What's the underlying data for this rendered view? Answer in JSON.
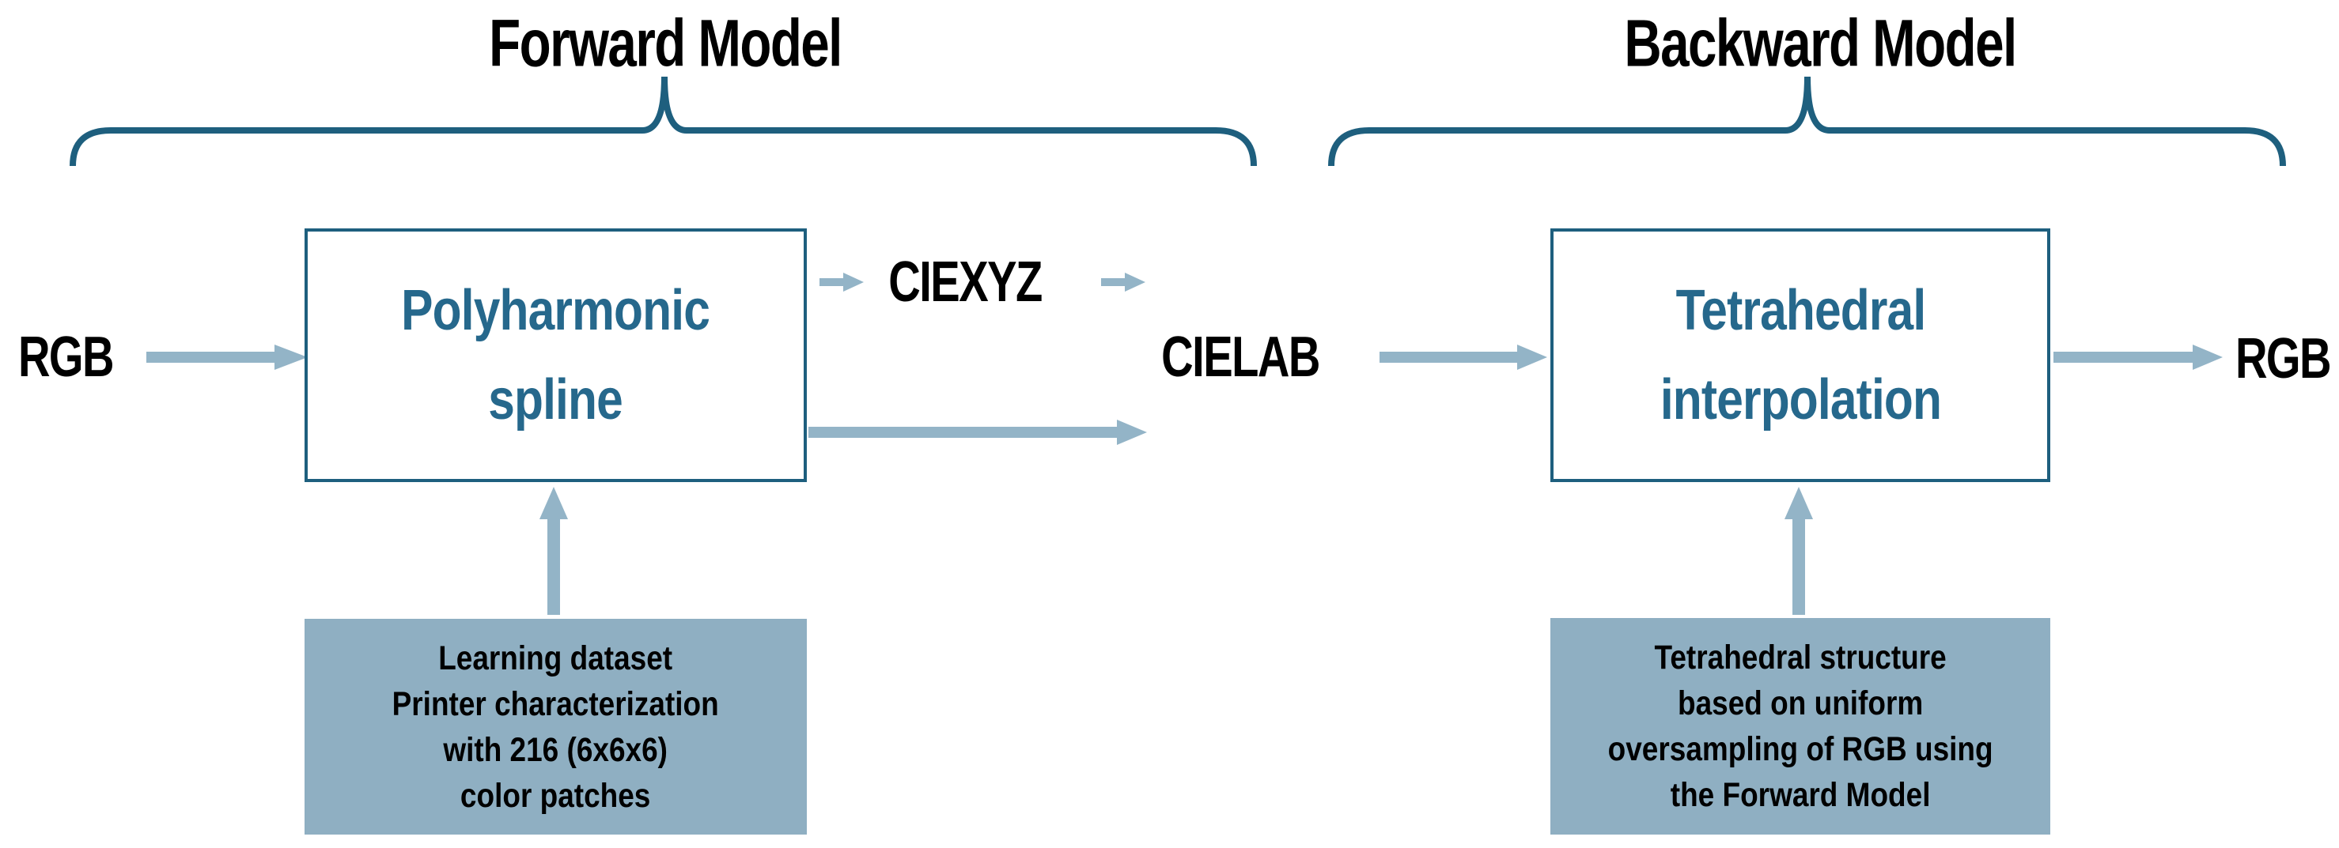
{
  "colors": {
    "teal": "#1e5f7e",
    "arrow": "#93b4c7",
    "filled_box_bg": "#8fafc2",
    "box_title_text": "#26688c",
    "label_text": "#000000"
  },
  "titles": {
    "forward": "Forward Model",
    "backward": "Backward Model"
  },
  "labels": {
    "rgb_left": "RGB",
    "ciexyz": "CIEXYZ",
    "cielab": "CIELAB",
    "rgb_right": "RGB"
  },
  "boxes": {
    "spline": {
      "title": "Polyharmonic\nspline"
    },
    "tetra": {
      "title": "Tetrahedral\ninterpolation"
    },
    "learning": {
      "text": "Learning dataset\nPrinter characterization\nwith 216 (6x6x6)\ncolor patches"
    },
    "structure": {
      "text": "Tetrahedral structure\nbased on uniform\noversampling of RGB using\nthe Forward Model"
    }
  }
}
